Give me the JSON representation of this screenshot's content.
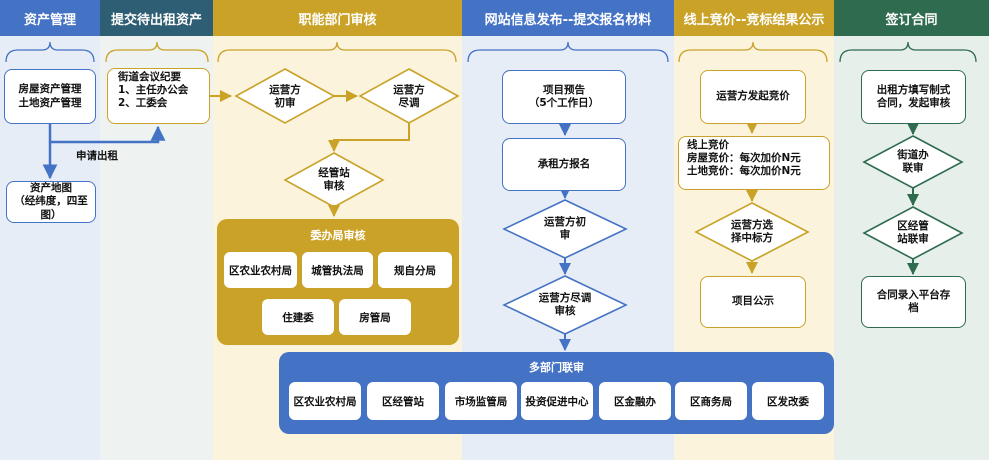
{
  "colors": {
    "blue": "#4472C4",
    "teal": "#2E5E73",
    "gold": "#C9A227",
    "green": "#2E6B4F",
    "bg_blue": "#E7EDF7",
    "bg_gold": "#FBF3DC",
    "bg_green": "#E6EFE9"
  },
  "headers": [
    "资产管理",
    "提交待出租资产",
    "职能部门审核",
    "网站信息发布--提交报名材料",
    "线上竞价--竞标结果公示",
    "签订合同"
  ],
  "col1": {
    "box1_l1": "房屋资产管理",
    "box1_l2": "土地资产管理",
    "apply_label": "申请出租",
    "map_l1": "资产地图",
    "map_l2": "（经纬度，四至",
    "map_l3": "图）"
  },
  "col2": {
    "minutes_l1": "街道会议纪要",
    "minutes_l2": "1、主任办公会",
    "minutes_l3": "2、工委会"
  },
  "col3": {
    "d1_l1": "运营方",
    "d1_l2": "初审",
    "d2_l1": "运营方",
    "d2_l2": "尽调",
    "d3_l1": "经管站",
    "d3_l2": "审核",
    "panel_title": "委办局审核",
    "chips": [
      "区农业农村局",
      "城管执法局",
      "规自分局",
      "住建委",
      "房管局"
    ]
  },
  "col4": {
    "notice_l1": "项目预告",
    "notice_l2": "（5个工作日）",
    "signup": "承租方报名",
    "d1_l1": "运营方初",
    "d1_l2": "审",
    "d2_l1": "运营方尽调",
    "d2_l2": "审核"
  },
  "multi": {
    "title": "多部门联审",
    "chips": [
      "区农业农村局",
      "区经管站",
      "市场监管局",
      "投资促进中心",
      "区金融办",
      "区商务局",
      "区发改委"
    ]
  },
  "col5": {
    "start": "运营方发起竞价",
    "bid_l1": "线上竞价",
    "bid_l2": "房屋竞价：每次加价N元",
    "bid_l3": "土地竞价：每次加价N元",
    "d1_l1": "运营方选",
    "d1_l2": "择中标方",
    "publish": "项目公示"
  },
  "col6": {
    "contract_l1": "出租方填写制式",
    "contract_l2": "合同，发起审核",
    "d1_l1": "街道办",
    "d1_l2": "联审",
    "d2_l1": "区经管",
    "d2_l2": "站联审",
    "archive_l1": "合同录入平台存",
    "archive_l2": "档"
  }
}
